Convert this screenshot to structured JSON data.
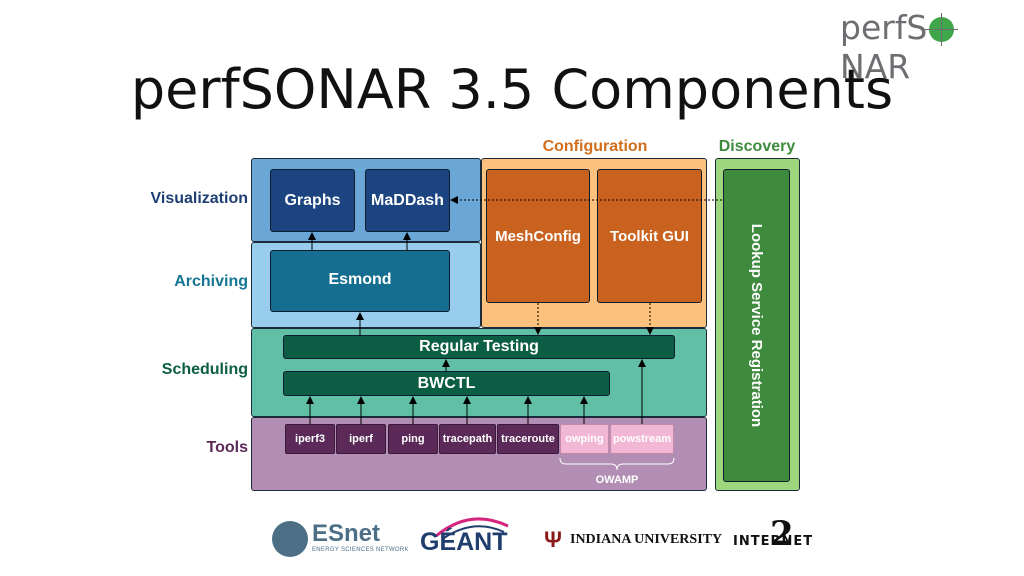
{
  "header": {
    "brand": {
      "prefix": "perfS",
      "suffix": "NAR"
    },
    "title": "perfSONAR 3.5 Components"
  },
  "columns": {
    "configuration": "Configuration",
    "discovery": "Discovery"
  },
  "layers": {
    "visualization": "Visualization",
    "archiving": "Archiving",
    "scheduling": "Scheduling",
    "tools": "Tools"
  },
  "components": {
    "graphs": "Graphs",
    "maddash": "MaDDash",
    "esmond": "Esmond",
    "meshconfig": "MeshConfig",
    "toolkit_gui": "Toolkit GUI",
    "regular_testing": "Regular Testing",
    "bwctl": "BWCTL",
    "lookup_service": "Lookup Service Registration"
  },
  "tools": [
    {
      "label": "iperf3"
    },
    {
      "label": "iperf"
    },
    {
      "label": "ping"
    },
    {
      "label": "tracepath"
    },
    {
      "label": "traceroute"
    },
    {
      "label": "owping"
    },
    {
      "label": "powstream"
    }
  ],
  "owamp_label": "OWAMP",
  "colors": {
    "visualization_bg": "#6aa7d6",
    "archiving_bg": "#98cdee",
    "scheduling_bg": "#61bfa5",
    "tools_bg": "#b28eb4",
    "configuration_bg": "#fcc17c",
    "discovery_bg": "#9ed67e",
    "graphs": "#1b4480",
    "esmond": "#156e8f",
    "meshconfig": "#c9621f",
    "testing": "#0b5e44",
    "lookup": "#3f8b3e",
    "tool": "#5b2a58",
    "owamp_tool": "#f2b7d4"
  },
  "logos": {
    "esnet": {
      "name": "ESnet",
      "tagline": "ENERGY SCIENCES NETWORK"
    },
    "geant": {
      "name": "GÉANT"
    },
    "indiana": {
      "name": "INDIANA UNIVERSITY"
    },
    "internet2": {
      "name": "INTERNET",
      "mark": "2"
    }
  }
}
